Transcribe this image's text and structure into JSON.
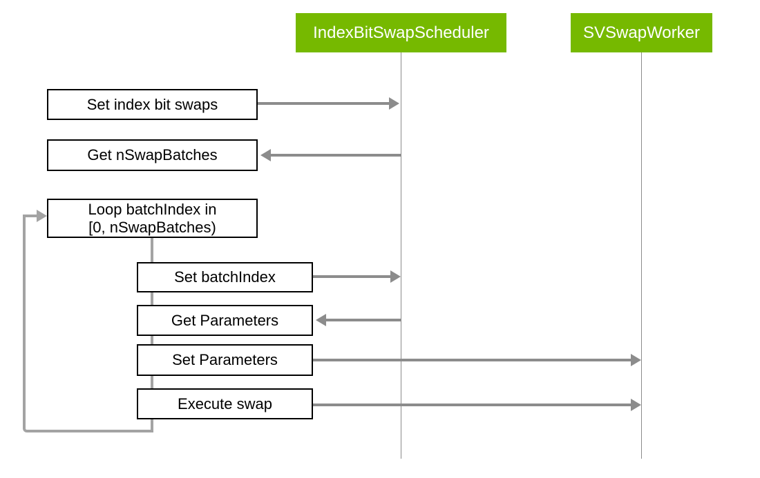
{
  "diagram": {
    "type": "sequence-diagram",
    "actors": [
      {
        "label": "IndexBitSwapScheduler"
      },
      {
        "label": "SVSwapWorker"
      }
    ],
    "messages": {
      "set_index_bit_swaps": "Set index bit swaps",
      "get_nswapbatches": "Get nSwapBatches",
      "loop_line1": "Loop batchIndex in",
      "loop_line2": "[0, nSwapBatches)",
      "set_batchindex": "Set batchIndex",
      "get_parameters": "Get Parameters",
      "set_parameters": "Set Parameters",
      "execute_swap": "Execute swap"
    },
    "arrows": [
      {
        "from": "Set index bit swaps",
        "to": "IndexBitSwapScheduler",
        "direction": "right"
      },
      {
        "from": "IndexBitSwapScheduler",
        "to": "Get nSwapBatches",
        "direction": "left"
      },
      {
        "from": "Set batchIndex",
        "to": "IndexBitSwapScheduler",
        "direction": "right"
      },
      {
        "from": "IndexBitSwapScheduler",
        "to": "Get Parameters",
        "direction": "left"
      },
      {
        "from": "Set Parameters",
        "to": "SVSwapWorker",
        "direction": "right"
      },
      {
        "from": "Execute swap",
        "to": "SVSwapWorker",
        "direction": "right"
      },
      {
        "from": "loop end",
        "to": "Loop batchIndex in [0, nSwapBatches)",
        "direction": "loop-back"
      }
    ],
    "colors": {
      "actor_background": "#76b900",
      "actor_text": "#ffffff",
      "box_background": "#ffffff",
      "box_border": "#000000",
      "box_text": "#000000",
      "arrow": "#8c8c8c",
      "loop_line": "#a3a3a3",
      "lifeline": "#8a8a8a",
      "page_background": "#ffffff"
    }
  }
}
